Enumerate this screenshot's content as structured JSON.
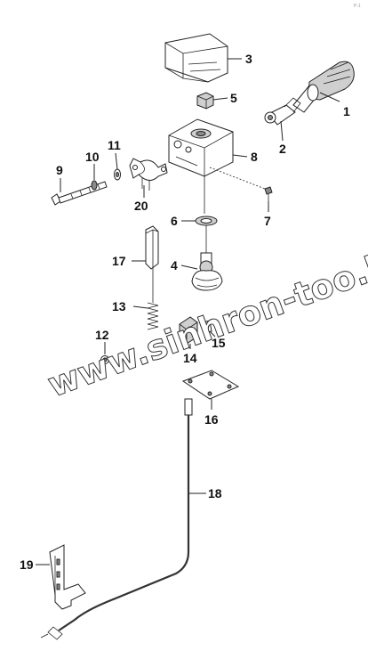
{
  "watermark": "www.sinhron-too.kz",
  "corner_mark": "P-1",
  "callouts": {
    "c1": "1",
    "c2": "2",
    "c3": "3",
    "c4": "4",
    "c5": "5",
    "c6": "6",
    "c7": "7",
    "c8": "8",
    "c9": "9",
    "c10": "10",
    "c11": "11",
    "c12": "12",
    "c13": "13",
    "c14": "14",
    "c15": "15",
    "c16": "16",
    "c17": "17",
    "c18": "18",
    "c19": "19",
    "c20": "20"
  }
}
